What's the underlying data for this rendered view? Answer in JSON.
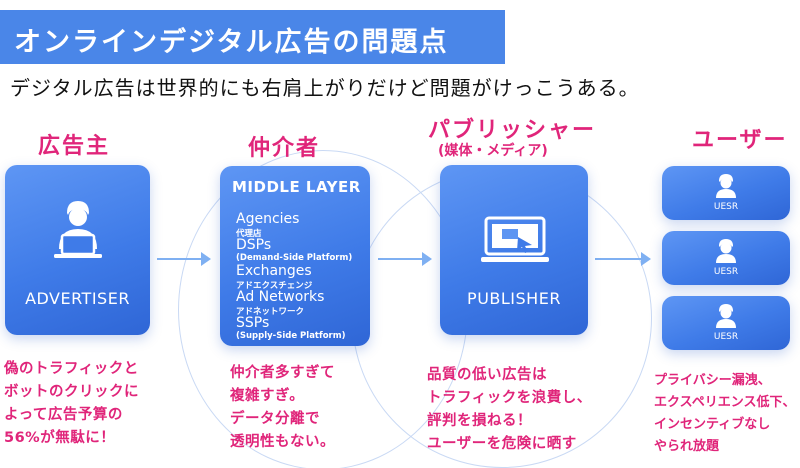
{
  "title": "オンラインデジタル広告の問題点",
  "subtitle": "デジタル広告は世界的にも右肩上がりだけど問題がけっこうある。",
  "columns": {
    "advertiser": {
      "heading": "広告主",
      "card_label": "ADVERTISER",
      "icon": "person-laptop-icon"
    },
    "middle": {
      "heading": "仲介者",
      "card_title": "MIDDLE LAYER",
      "items": [
        {
          "label": "Agencies",
          "sub": "代理店"
        },
        {
          "label": "DSPs",
          "sub": "(Demand-Side Platform)"
        },
        {
          "label": "Exchanges",
          "sub": "アドエクスチェンジ"
        },
        {
          "label": "Ad Networks",
          "sub": "アドネットワーク"
        },
        {
          "label": "SSPs",
          "sub": "(Supply-Side Platform)"
        }
      ]
    },
    "publisher": {
      "heading": "パブリッシャー",
      "subheading": "(媒体・メディア)",
      "card_label": "PUBLISHER",
      "icon": "monitor-cursor-icon"
    },
    "user": {
      "heading": "ユーザー",
      "card_labels": [
        "UESR",
        "UESR",
        "UESR"
      ],
      "icon": "user-icon"
    }
  },
  "notes": {
    "advertiser": "偽のトラフィックと\nボットのクリックに\nよって広告予算の\n56%が無駄に！",
    "middle": "仲介者多すぎて\n複雑すぎ。\nデータ分離で\n透明性もない。",
    "publisher": "品質の低い広告は\nトラフィックを浪費し、\n評判を損ねる！\nユーザーを危険に晒す",
    "user": "プライバシー漏洩、\nエクスペリエンス低下、\nインセンティブなし\nやられ放題"
  },
  "colors": {
    "accent": "#e0257a",
    "card": "#3f7be8",
    "title_bar": "#4a86e8",
    "arrow": "#7fb0f2"
  }
}
